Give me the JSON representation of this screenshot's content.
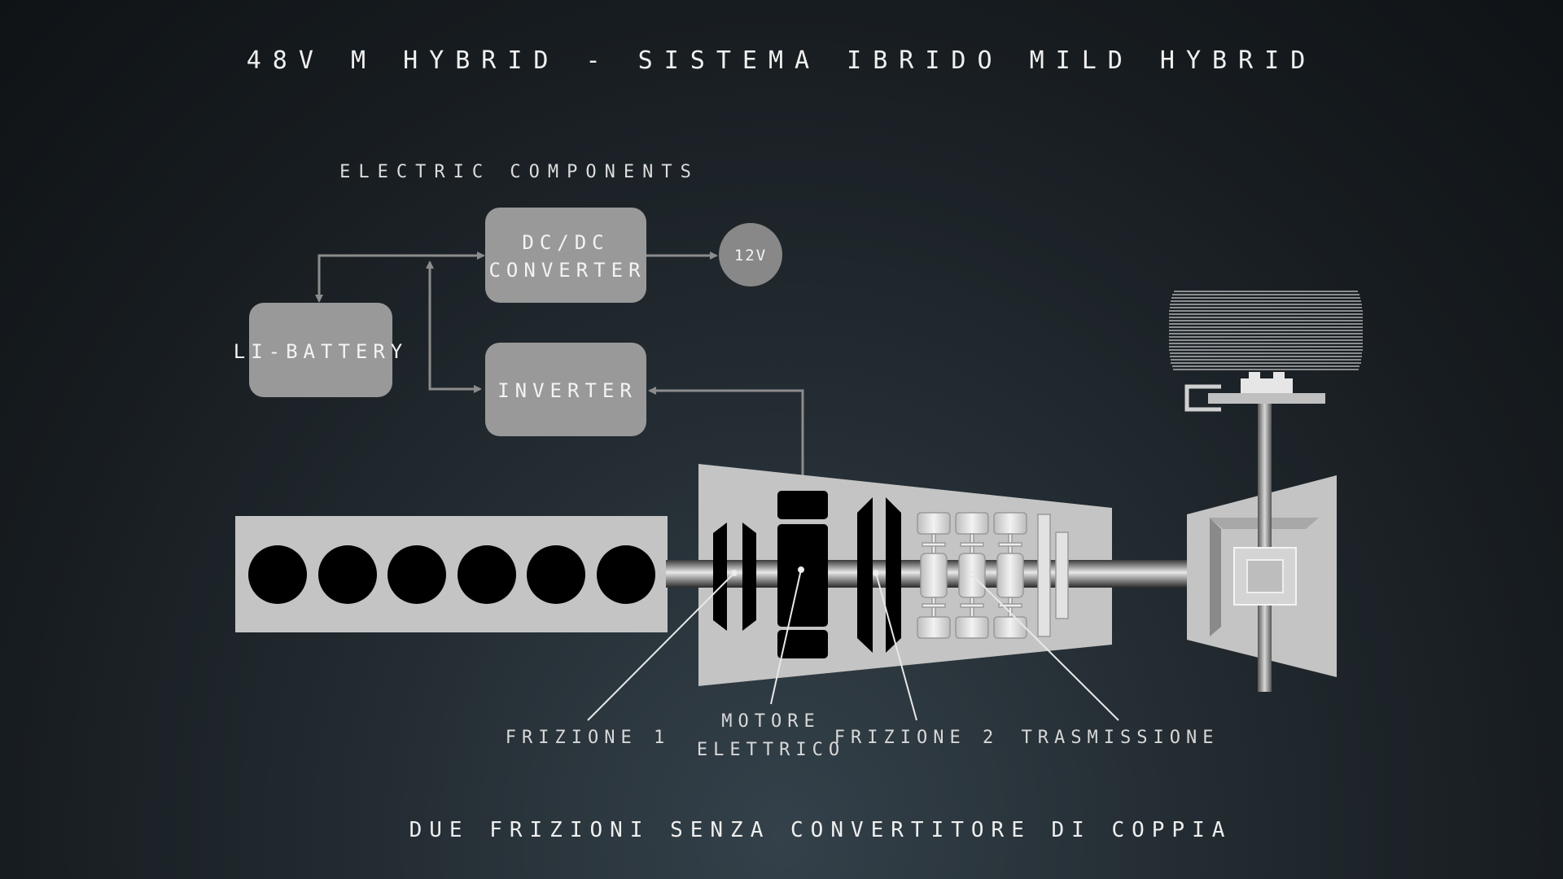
{
  "title": "48V M HYBRID - SISTEMA IBRIDO MILD HYBRID",
  "section_label": "ELECTRIC COMPONENTS",
  "components": {
    "li_battery": "LI-BATTERY",
    "dcdc_line1": "DC/DC",
    "dcdc_line2": "CONVERTER",
    "inverter": "INVERTER",
    "v12": "12V"
  },
  "parts": {
    "frizione1": "FRIZIONE 1",
    "motore_line1": "MOTORE",
    "motore_line2": "ELETTRICO",
    "frizione2": "FRIZIONE 2",
    "trasmissione": "TRASMISSIONE"
  },
  "subtitle": "DUE FRIZIONI SENZA CONVERTITORE DI COPPIA",
  "colors": {
    "background": "#1b2227",
    "box_fill": "#999999",
    "housing_fill": "#c4c4c4",
    "arrow": "#8c8c8c",
    "cylinder": "#000000"
  }
}
